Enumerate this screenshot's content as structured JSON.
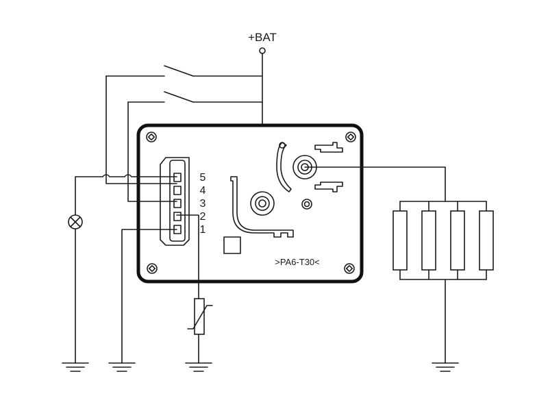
{
  "diagram": {
    "supply_label": "+BAT",
    "module_marking": ">PA6-T30<",
    "pin_labels": [
      "5",
      "4",
      "3",
      "2",
      "1"
    ]
  },
  "colors": {
    "ink": "#1a1a1a",
    "background": "#ffffff"
  },
  "icons": [
    "indicator-lamp-icon",
    "ground-symbol-icon",
    "switch-icon",
    "thermistor-icon",
    "glow-plug-icon",
    "relay-contact-icon"
  ]
}
